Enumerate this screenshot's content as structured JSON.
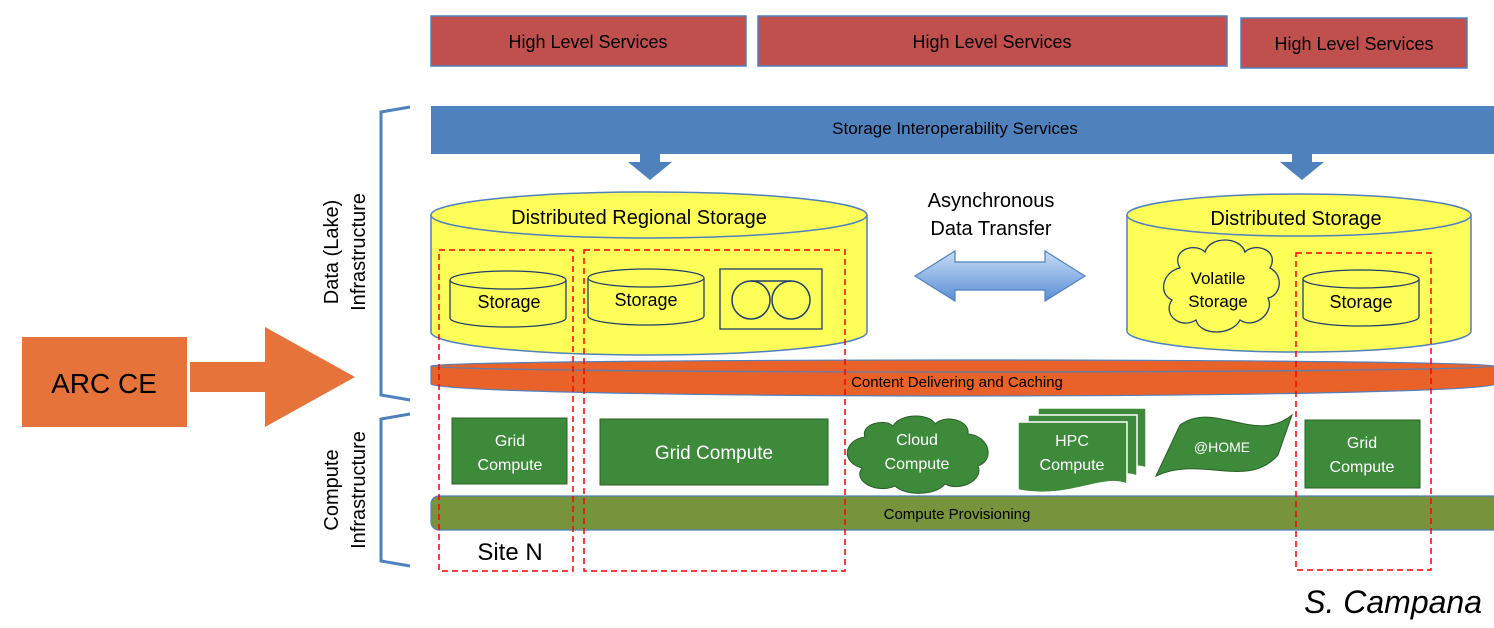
{
  "colors": {
    "high_level": "#c0504d",
    "storage_interop": "#4f81bd",
    "yellow_storage": "#ffff5a",
    "content_caching": "#e8622a",
    "compute_green": "#3d8a3a",
    "provisioning": "#77933c",
    "arc_orange": "#e6733a",
    "dashed_red": "#ff0000"
  },
  "high_level_services": [
    "High Level Services",
    "High Level Services",
    "High Level Services"
  ],
  "storage_interop": "Storage Interoperability Services",
  "data_infra_label": [
    "Data (Lake)",
    "Infrastructure"
  ],
  "compute_infra_label": [
    "Compute",
    "Infrastructure"
  ],
  "regional_storage": {
    "title": "Distributed Regional Storage",
    "storage_a": "Storage",
    "storage_b": "Storage"
  },
  "async_transfer": [
    "Asynchronous",
    "Data Transfer"
  ],
  "distributed_storage": {
    "title": "Distributed Storage",
    "volatile": [
      "Volatile",
      "Storage"
    ],
    "storage": "Storage"
  },
  "content_caching": "Content Delivering and Caching",
  "compute": {
    "grid_small": [
      "Grid",
      "Compute"
    ],
    "grid_large": "Grid Compute",
    "cloud": [
      "Cloud",
      "Compute"
    ],
    "hpc": [
      "HPC",
      "Compute"
    ],
    "home": "@HOME",
    "grid_right": [
      "Grid",
      "Compute"
    ]
  },
  "compute_provisioning": "Compute Provisioning",
  "site_label": "Site N",
  "arc_ce": "ARC CE",
  "credit": "S. Campana"
}
